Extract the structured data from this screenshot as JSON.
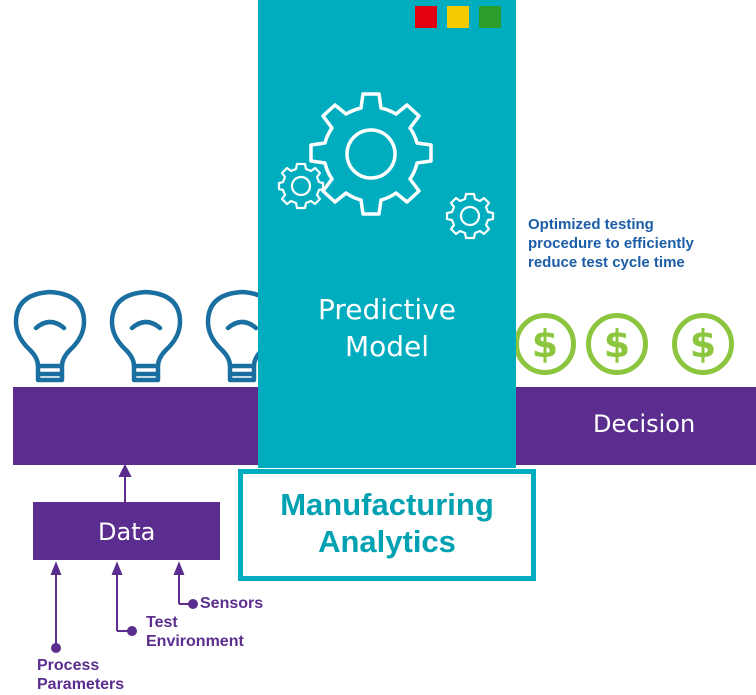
{
  "diagram": {
    "panel": {
      "title_line1": "Predictive",
      "title_line2": "Model"
    },
    "analytics": {
      "line1": "Manufacturing",
      "line2": "Analytics"
    },
    "decision_label": "Decision",
    "data_label": "Data",
    "inputs": {
      "sensors": "Sensors",
      "test_line1": "Test",
      "test_line2": "Environment",
      "process_line1": "Process",
      "process_line2": "Parameters"
    },
    "outcome": {
      "line1": "Optimized testing",
      "line2": "procedure to efficiently",
      "line3": "reduce test cycle time"
    },
    "dollar_symbol": "$",
    "colors": {
      "purple": "#5b2d8e",
      "teal": "#00adbf",
      "blue_icon": "#1a6fa0",
      "green_coin": "#8cc63f",
      "accent_red": "#e3000f",
      "accent_yellow": "#f5c800",
      "accent_green": "#2a9d2a"
    }
  }
}
